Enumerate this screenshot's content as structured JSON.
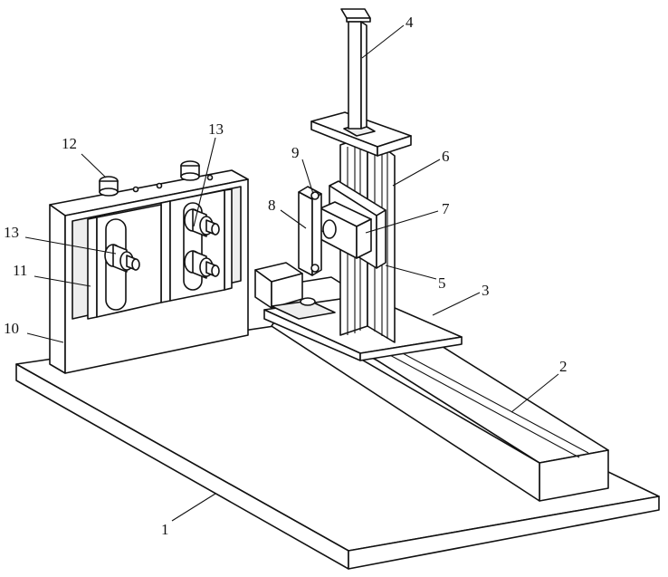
{
  "labels": {
    "l1": "1",
    "l2": "2",
    "l3": "3",
    "l4": "4",
    "l5": "5",
    "l6": "6",
    "l7": "7",
    "l8": "8",
    "l9": "9",
    "l10": "10",
    "l11": "11",
    "l12": "12",
    "l13a": "13",
    "l13b": "13"
  }
}
